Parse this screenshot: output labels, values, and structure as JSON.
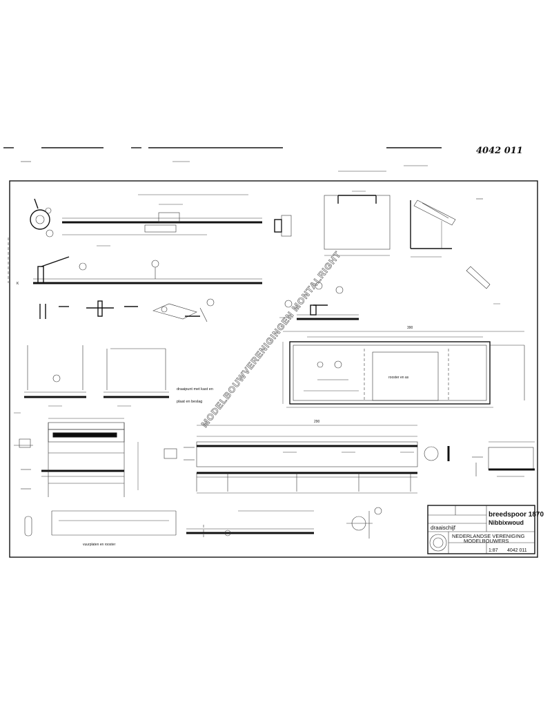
{
  "drawing": {
    "handwritten_number": "4042 011",
    "watermark": "MODELBOUWVERENIGINGEN MONTALRIGHT",
    "notes": {
      "left_caption": "vuurplaten en rooster",
      "middle_caption_1": "draaipunt met kast en",
      "middle_caption_2": "plaat en beslag",
      "center_panel_label": "rooster en as",
      "dim_390": "390",
      "dim_290": "290"
    },
    "title_block": {
      "title_line_1": "breedspoor 1870",
      "title_line_2": "Nibbixwoud",
      "subtitle": "draaischijf",
      "org_line_1": "NEDERLANDSE VERENIGING",
      "org_line_2": "MODELBOUWERS",
      "scale": "1:87",
      "sheet": "4042 011"
    }
  },
  "colors": {
    "ink": "#111111",
    "paper": "#ffffff",
    "watermark": "#666666"
  }
}
